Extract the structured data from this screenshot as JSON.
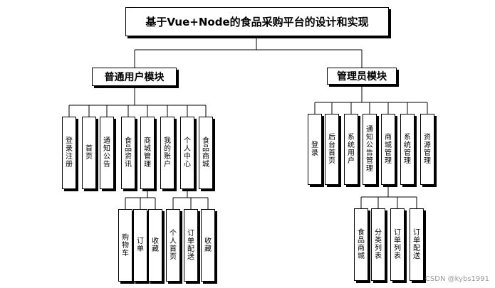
{
  "root": {
    "label": "基于Vue+Node的食品采购平台的设计和实现"
  },
  "user_module": {
    "label": "普通用户模块",
    "items": [
      {
        "label": "登录注册"
      },
      {
        "label": "首页"
      },
      {
        "label": "通知公告"
      },
      {
        "label": "食品资讯"
      },
      {
        "label": "商城管理"
      },
      {
        "label": "我的账户"
      },
      {
        "label": "个人中心"
      },
      {
        "label": "食品商城"
      }
    ],
    "mall_children": [
      {
        "label": "购物车"
      },
      {
        "label": "订单"
      },
      {
        "label": "收藏"
      }
    ],
    "center_children": [
      {
        "label": "个人首页"
      },
      {
        "label": "订单配送"
      },
      {
        "label": "收藏"
      }
    ]
  },
  "admin_module": {
    "label": "管理员模块",
    "items": [
      {
        "label": "登录"
      },
      {
        "label": "后台首页"
      },
      {
        "label": "系统用户"
      },
      {
        "label": "通知公告管理"
      },
      {
        "label": "商城管理"
      },
      {
        "label": "系统管理"
      },
      {
        "label": "资源管理"
      }
    ],
    "mall_children": [
      {
        "label": "食品商城"
      },
      {
        "label": "分类列表"
      },
      {
        "label": "订单列表"
      },
      {
        "label": "订单配送"
      }
    ]
  },
  "watermark": "CSDN @kybs1991"
}
